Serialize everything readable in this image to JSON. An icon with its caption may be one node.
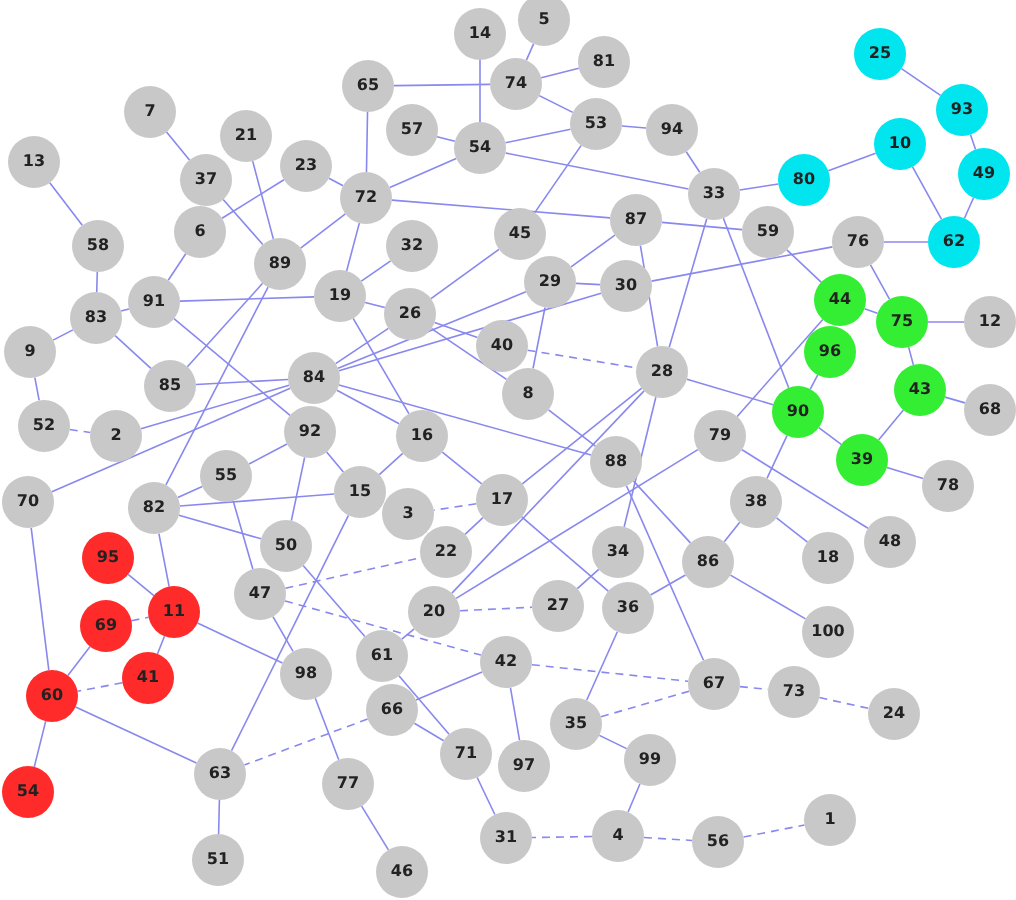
{
  "diagram": {
    "nodes": [
      {
        "text": [
          "5"
        ]
      },
      {
        "text": [
          "14"
        ]
      },
      {
        "text": [
          "81"
        ]
      },
      {
        "text": [
          "65"
        ]
      },
      {
        "text": [
          "74"
        ]
      },
      {
        "text": [
          "25"
        ]
      },
      {
        "text": [
          "7"
        ]
      },
      {
        "text": [
          "53"
        ]
      },
      {
        "text": [
          "57"
        ]
      },
      {
        "text": [
          "93"
        ]
      },
      {
        "text": [
          "21"
        ]
      },
      {
        "text": [
          "94"
        ]
      },
      {
        "text": [
          "10"
        ]
      },
      {
        "text": [
          "54"
        ]
      },
      {
        "text": [
          "13"
        ]
      },
      {
        "text": [
          "23"
        ]
      },
      {
        "text": [
          "49"
        ]
      },
      {
        "text": [
          "37"
        ]
      },
      {
        "text": [
          "80"
        ]
      },
      {
        "text": [
          "33"
        ]
      },
      {
        "text": [
          "72"
        ]
      },
      {
        "text": [
          "87"
        ]
      },
      {
        "text": [
          "6"
        ]
      },
      {
        "text": [
          "45"
        ]
      },
      {
        "text": [
          "62"
        ]
      },
      {
        "text": [
          "76"
        ]
      },
      {
        "text": [
          "58"
        ]
      },
      {
        "text": [
          "32"
        ]
      },
      {
        "text": [
          "59"
        ]
      },
      {
        "text": [
          "89"
        ]
      },
      {
        "text": [
          "29"
        ]
      },
      {
        "text": [
          "30"
        ]
      },
      {
        "text": [
          "19"
        ]
      },
      {
        "text": [
          "44"
        ]
      },
      {
        "text": [
          "91"
        ]
      },
      {
        "text": [
          "83"
        ]
      },
      {
        "text": [
          "26"
        ]
      },
      {
        "text": [
          "75"
        ]
      },
      {
        "text": [
          "12"
        ]
      },
      {
        "text": [
          "40"
        ]
      },
      {
        "text": [
          "9"
        ]
      },
      {
        "text": [
          "96"
        ]
      },
      {
        "text": [
          "28"
        ]
      },
      {
        "text": [
          "84"
        ]
      },
      {
        "text": [
          "85"
        ]
      },
      {
        "text": [
          "43"
        ]
      },
      {
        "text": [
          "8"
        ]
      },
      {
        "text": [
          "68"
        ]
      },
      {
        "text": [
          "90"
        ]
      },
      {
        "text": [
          "52"
        ]
      },
      {
        "text": [
          "2"
        ]
      },
      {
        "text": [
          "92"
        ]
      },
      {
        "text": [
          "16"
        ]
      },
      {
        "text": [
          "79"
        ]
      },
      {
        "text": [
          "39"
        ]
      },
      {
        "text": [
          "88"
        ]
      },
      {
        "text": [
          "78"
        ]
      },
      {
        "text": [
          "55"
        ]
      },
      {
        "text": [
          "15"
        ]
      },
      {
        "text": [
          "82"
        ]
      },
      {
        "text": [
          "17"
        ]
      },
      {
        "text": [
          "70"
        ]
      },
      {
        "text": [
          "38"
        ]
      },
      {
        "text": [
          "3"
        ]
      },
      {
        "text": [
          "48"
        ]
      },
      {
        "text": [
          "22"
        ]
      },
      {
        "text": [
          "50"
        ]
      },
      {
        "text": [
          "34"
        ]
      },
      {
        "text": [
          "95"
        ]
      },
      {
        "text": [
          "18"
        ]
      },
      {
        "text": [
          "86"
        ]
      },
      {
        "text": [
          "47"
        ]
      },
      {
        "text": [
          "20"
        ]
      },
      {
        "text": [
          "27"
        ]
      },
      {
        "text": [
          "36"
        ]
      },
      {
        "text": [
          "11"
        ]
      },
      {
        "text": [
          "69"
        ]
      },
      {
        "text": [
          "100"
        ]
      },
      {
        "text": [
          "61"
        ]
      },
      {
        "text": [
          "42"
        ]
      },
      {
        "text": [
          "41"
        ]
      },
      {
        "text": [
          "98"
        ]
      },
      {
        "text": [
          "67"
        ]
      },
      {
        "text": [
          "73"
        ]
      },
      {
        "text": [
          "60"
        ]
      },
      {
        "text": [
          "66"
        ]
      },
      {
        "text": [
          "24"
        ]
      },
      {
        "text": [
          "35"
        ]
      },
      {
        "text": [
          "71"
        ]
      },
      {
        "text": [
          "99"
        ]
      },
      {
        "text": [
          "97"
        ]
      },
      {
        "text": [
          "63"
        ]
      },
      {
        "text": [
          "77"
        ]
      },
      {
        "text": [
          "54"
        ]
      },
      {
        "text": [
          "1"
        ]
      },
      {
        "text": [
          "4"
        ]
      },
      {
        "text": [
          "31"
        ]
      },
      {
        "text": [
          "56"
        ]
      },
      {
        "text": [
          "51"
        ]
      },
      {
        "text": [
          "46"
        ]
      }
    ],
    "edges": [
      {
        "from": 6,
        "to": 17,
        "arrow": "none"
      },
      {
        "from": 17,
        "to": 29,
        "arrow": "none"
      },
      {
        "from": 10,
        "to": 29,
        "arrow": "none"
      },
      {
        "from": 15,
        "to": 20,
        "arrow": "none"
      },
      {
        "from": 15,
        "to": 22,
        "arrow": "none"
      },
      {
        "from": 22,
        "to": 34,
        "arrow": "none"
      },
      {
        "from": 14,
        "to": 26,
        "arrow": "none"
      },
      {
        "from": 26,
        "to": 35,
        "arrow": "none"
      },
      {
        "from": 35,
        "to": 40,
        "arrow": "none"
      },
      {
        "from": 35,
        "to": 34,
        "arrow": "none"
      },
      {
        "from": 35,
        "to": 44,
        "arrow": "none"
      },
      {
        "from": 40,
        "to": 49,
        "arrow": "none"
      },
      {
        "from": 49,
        "to": 50,
        "arrow": "none",
        "style": "dashed"
      },
      {
        "from": 34,
        "to": 32,
        "arrow": "none"
      },
      {
        "from": 34,
        "to": 51,
        "arrow": "none"
      },
      {
        "from": 29,
        "to": 20,
        "arrow": "none"
      },
      {
        "from": 29,
        "to": 44,
        "arrow": "none"
      },
      {
        "from": 29,
        "to": 59,
        "arrow": "none"
      },
      {
        "from": 20,
        "to": 3,
        "arrow": "none"
      },
      {
        "from": 20,
        "to": 32,
        "arrow": "none"
      },
      {
        "from": 20,
        "to": 13,
        "arrow": "none"
      },
      {
        "from": 20,
        "to": 21,
        "arrow": "none"
      },
      {
        "from": 1,
        "to": 13,
        "arrow": "none"
      },
      {
        "from": 0,
        "to": 4,
        "arrow": "none"
      },
      {
        "from": 3,
        "to": 4,
        "arrow": "none"
      },
      {
        "from": 4,
        "to": 2,
        "arrow": "none"
      },
      {
        "from": 4,
        "to": 7,
        "arrow": "none"
      },
      {
        "from": 8,
        "to": 13,
        "arrow": "none"
      },
      {
        "from": 13,
        "to": 7,
        "arrow": "none"
      },
      {
        "from": 7,
        "to": 11,
        "arrow": "none"
      },
      {
        "from": 7,
        "to": 23,
        "arrow": "none"
      },
      {
        "from": 13,
        "to": 19,
        "arrow": "none"
      },
      {
        "from": 11,
        "to": 19,
        "arrow": "none"
      },
      {
        "from": 19,
        "to": 18,
        "arrow": "none"
      },
      {
        "from": 18,
        "to": 12,
        "arrow": "none"
      },
      {
        "from": 12,
        "to": 24,
        "arrow": "none"
      },
      {
        "from": 5,
        "to": 9,
        "arrow": "none"
      },
      {
        "from": 9,
        "to": 16,
        "arrow": "none"
      },
      {
        "from": 16,
        "to": 24,
        "arrow": "none"
      },
      {
        "from": 24,
        "to": 25,
        "arrow": "none"
      },
      {
        "from": 25,
        "to": 37,
        "arrow": "none"
      },
      {
        "from": 31,
        "to": 25,
        "arrow": "none"
      },
      {
        "from": 19,
        "to": 42,
        "arrow": "none"
      },
      {
        "from": 19,
        "to": 48,
        "arrow": "none"
      },
      {
        "from": 21,
        "to": 42,
        "arrow": "none"
      },
      {
        "from": 21,
        "to": 30,
        "arrow": "none"
      },
      {
        "from": 21,
        "to": 28,
        "arrow": "none"
      },
      {
        "from": 30,
        "to": 31,
        "arrow": "none"
      },
      {
        "from": 30,
        "to": 46,
        "arrow": "none"
      },
      {
        "from": 36,
        "to": 23,
        "arrow": "none"
      },
      {
        "from": 36,
        "to": 32,
        "arrow": "none"
      },
      {
        "from": 36,
        "to": 39,
        "arrow": "none"
      },
      {
        "from": 36,
        "to": 46,
        "arrow": "none"
      },
      {
        "from": 32,
        "to": 27,
        "arrow": "none"
      },
      {
        "from": 32,
        "to": 52,
        "arrow": "none"
      },
      {
        "from": 43,
        "to": 36,
        "arrow": "none"
      },
      {
        "from": 43,
        "to": 30,
        "arrow": "none"
      },
      {
        "from": 43,
        "to": 31,
        "arrow": "none"
      },
      {
        "from": 39,
        "to": 42,
        "arrow": "none",
        "style": "dashed"
      },
      {
        "from": 43,
        "to": 55,
        "arrow": "none"
      },
      {
        "from": 43,
        "to": 52,
        "arrow": "none"
      },
      {
        "from": 43,
        "to": 44,
        "arrow": "none"
      },
      {
        "from": 46,
        "to": 55,
        "arrow": "none"
      },
      {
        "from": 28,
        "to": 33,
        "arrow": "none"
      },
      {
        "from": 33,
        "to": 37,
        "arrow": "none"
      },
      {
        "from": 37,
        "to": 38,
        "arrow": "none"
      },
      {
        "from": 37,
        "to": 45,
        "arrow": "none"
      },
      {
        "from": 45,
        "to": 47,
        "arrow": "none"
      },
      {
        "from": 45,
        "to": 54,
        "arrow": "none"
      },
      {
        "from": 41,
        "to": 48,
        "arrow": "none"
      },
      {
        "from": 48,
        "to": 54,
        "arrow": "none"
      },
      {
        "from": 33,
        "to": 53,
        "arrow": "none"
      },
      {
        "from": 48,
        "to": 62,
        "arrow": "none"
      },
      {
        "from": 54,
        "to": 56,
        "arrow": "none"
      },
      {
        "from": 42,
        "to": 48,
        "arrow": "none"
      },
      {
        "from": 42,
        "to": 60,
        "arrow": "none"
      },
      {
        "from": 42,
        "to": 72,
        "arrow": "none"
      },
      {
        "from": 53,
        "to": 64,
        "arrow": "none"
      },
      {
        "from": 53,
        "to": 72,
        "arrow": "none"
      },
      {
        "from": 62,
        "to": 69,
        "arrow": "none"
      },
      {
        "from": 62,
        "to": 70,
        "arrow": "none"
      },
      {
        "from": 70,
        "to": 77,
        "arrow": "none"
      },
      {
        "from": 70,
        "to": 74,
        "arrow": "none"
      },
      {
        "from": 55,
        "to": 82,
        "arrow": "none"
      },
      {
        "from": 55,
        "to": 70,
        "arrow": "none"
      },
      {
        "from": 67,
        "to": 73,
        "arrow": "none"
      },
      {
        "from": 67,
        "to": 42,
        "arrow": "none"
      },
      {
        "from": 74,
        "to": 87,
        "arrow": "none"
      },
      {
        "from": 60,
        "to": 74,
        "arrow": "none"
      },
      {
        "from": 87,
        "to": 82,
        "arrow": "none",
        "style": "dashed"
      },
      {
        "from": 79,
        "to": 82,
        "arrow": "none",
        "style": "dashed"
      },
      {
        "from": 82,
        "to": 83,
        "arrow": "none",
        "style": "dashed"
      },
      {
        "from": 83,
        "to": 86,
        "arrow": "none",
        "style": "dashed"
      },
      {
        "from": 89,
        "to": 87,
        "arrow": "none"
      },
      {
        "from": 89,
        "to": 95,
        "arrow": "none"
      },
      {
        "from": 95,
        "to": 96,
        "arrow": "none",
        "style": "dashed"
      },
      {
        "from": 95,
        "to": 97,
        "arrow": "none",
        "style": "dashed"
      },
      {
        "from": 97,
        "to": 94,
        "arrow": "none",
        "style": "dashed"
      },
      {
        "from": 96,
        "to": 88,
        "arrow": "none"
      },
      {
        "from": 88,
        "to": 78,
        "arrow": "none"
      },
      {
        "from": 88,
        "to": 85,
        "arrow": "none"
      },
      {
        "from": 79,
        "to": 90,
        "arrow": "none"
      },
      {
        "from": 79,
        "to": 85,
        "arrow": "none"
      },
      {
        "from": 71,
        "to": 79,
        "arrow": "none",
        "style": "dashed"
      },
      {
        "from": 78,
        "to": 72,
        "arrow": "none"
      },
      {
        "from": 85,
        "to": 91,
        "arrow": "none",
        "style": "dashed"
      },
      {
        "from": 72,
        "to": 73,
        "arrow": "none",
        "style": "dashed"
      },
      {
        "from": 60,
        "to": 63,
        "arrow": "none",
        "style": "dashed"
      },
      {
        "from": 60,
        "to": 65,
        "arrow": "none"
      },
      {
        "from": 60,
        "to": 52,
        "arrow": "none"
      },
      {
        "from": 58,
        "to": 52,
        "arrow": "none"
      },
      {
        "from": 58,
        "to": 51,
        "arrow": "none"
      },
      {
        "from": 58,
        "to": 91,
        "arrow": "none"
      },
      {
        "from": 51,
        "to": 57,
        "arrow": "none"
      },
      {
        "from": 51,
        "to": 66,
        "arrow": "none"
      },
      {
        "from": 57,
        "to": 59,
        "arrow": "none"
      },
      {
        "from": 57,
        "to": 71,
        "arrow": "none"
      },
      {
        "from": 59,
        "to": 58,
        "arrow": "none"
      },
      {
        "from": 59,
        "to": 66,
        "arrow": "none"
      },
      {
        "from": 50,
        "to": 43,
        "arrow": "none"
      },
      {
        "from": 61,
        "to": 43,
        "arrow": "none"
      },
      {
        "from": 61,
        "to": 84,
        "arrow": "none"
      },
      {
        "from": 68,
        "to": 75,
        "arrow": "none"
      },
      {
        "from": 76,
        "to": 75,
        "arrow": "none",
        "style": "dashed"
      },
      {
        "from": 76,
        "to": 84,
        "arrow": "none"
      },
      {
        "from": 80,
        "to": 84,
        "arrow": "none",
        "style": "dashed"
      },
      {
        "from": 75,
        "to": 81,
        "arrow": "none"
      },
      {
        "from": 75,
        "to": 80,
        "arrow": "none"
      },
      {
        "from": 59,
        "to": 75,
        "arrow": "none"
      },
      {
        "from": 84,
        "to": 91,
        "arrow": "none"
      },
      {
        "from": 84,
        "to": 93,
        "arrow": "none"
      },
      {
        "from": 91,
        "to": 98,
        "arrow": "none"
      },
      {
        "from": 81,
        "to": 92,
        "arrow": "none"
      },
      {
        "from": 81,
        "to": 71,
        "arrow": "none"
      },
      {
        "from": 92,
        "to": 99,
        "arrow": "none"
      },
      {
        "from": 71,
        "to": 65,
        "arrow": "none",
        "style": "dashed"
      },
      {
        "from": 66,
        "to": 78,
        "arrow": "none"
      }
    ]
  }
}
